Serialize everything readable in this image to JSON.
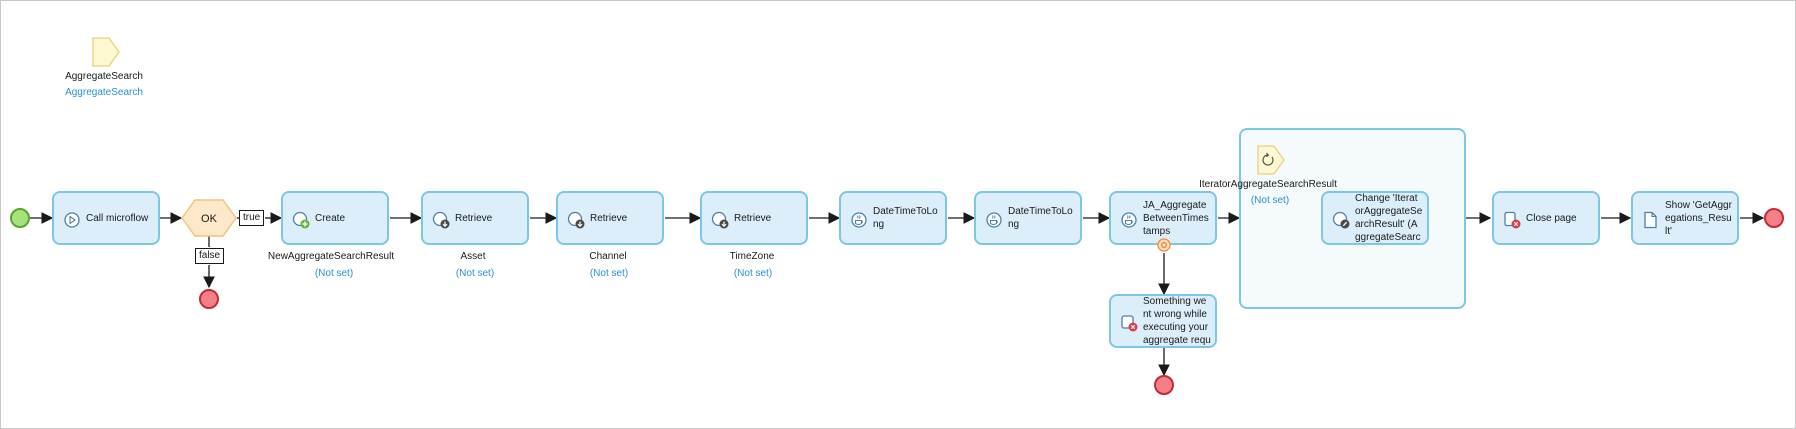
{
  "parameter": {
    "name": "AggregateSearch",
    "type": "AggregateSearch",
    "icon": "parameter-icon"
  },
  "decision": {
    "label": "OK",
    "true_label": "true",
    "false_label": "false"
  },
  "activities": {
    "call_microflow": {
      "label": "Call microflow",
      "icon": "call-microflow-icon"
    },
    "create": {
      "label": "Create",
      "icon": "create-object-icon",
      "caption": "NewAggregateSearchResult",
      "subcaption": "(Not set)"
    },
    "retrieve_asset": {
      "label": "Retrieve",
      "icon": "retrieve-icon",
      "caption": "Asset",
      "subcaption": "(Not set)"
    },
    "retrieve_channel": {
      "label": "Retrieve",
      "icon": "retrieve-icon",
      "caption": "Channel",
      "subcaption": "(Not set)"
    },
    "retrieve_timezone": {
      "label": "Retrieve",
      "icon": "retrieve-icon",
      "caption": "TimeZone",
      "subcaption": "(Not set)"
    },
    "datetime_to_long_1": {
      "label": "DateTimeToLong",
      "icon": "java-action-icon"
    },
    "datetime_to_long_2": {
      "label": "DateTimeToLong",
      "icon": "java-action-icon"
    },
    "ja_aggregate": {
      "label": "JA_AggregateBetweenTimestamps",
      "icon": "java-action-icon"
    },
    "error_message": {
      "label": "Something went wrong while executing your aggregate requ",
      "icon": "show-message-icon"
    },
    "change": {
      "label": "Change 'IteratorAggregateSearchResult' (AggregateSearc",
      "icon": "change-object-icon"
    },
    "close_page": {
      "label": "Close page",
      "icon": "close-page-icon"
    },
    "show_page": {
      "label": "Show 'GetAggregations_Result'",
      "icon": "show-page-icon"
    }
  },
  "loop": {
    "iterator": "IteratorAggregateSearchResult",
    "subcaption": "(Not set)",
    "icon": "loop-icon"
  },
  "colors": {
    "activity_fill": "#dceefa",
    "activity_border": "#7cc7e6",
    "start_fill": "#a5e27a",
    "end_fill": "#f47f86",
    "decision_fill": "#fde9c9",
    "link": "#2b8fd4",
    "error_badge": "#f58a3c"
  }
}
